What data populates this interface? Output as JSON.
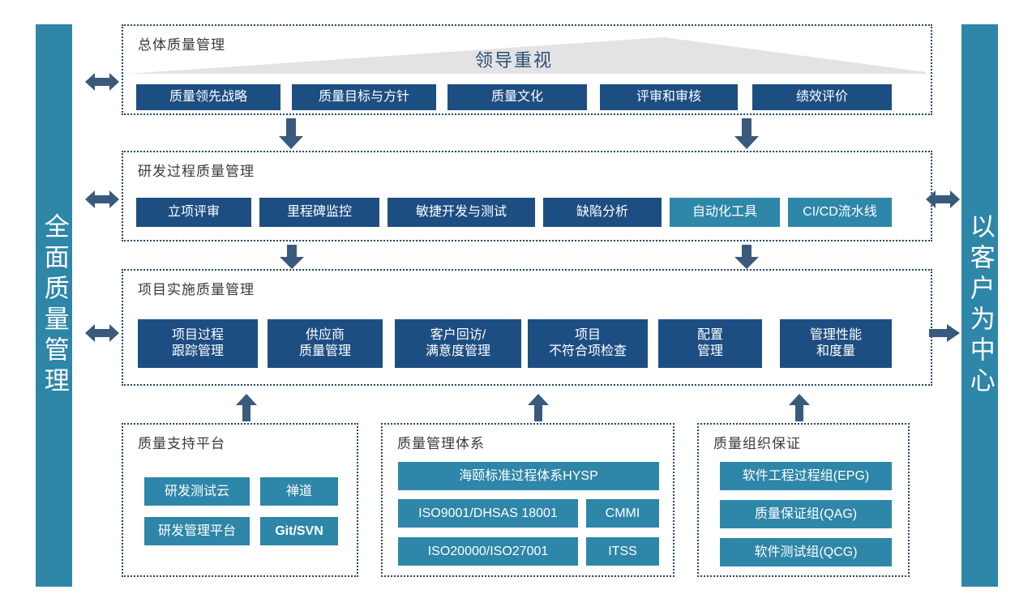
{
  "colors": {
    "navy": "#1d4e82",
    "teal": "#2e86a8",
    "arrow": "#3a5a7d",
    "dotted_border": "#23466e",
    "banner_gray": "#e3e3e3",
    "banner_text": "#2b4f74",
    "panel_title": "#3a3a3a"
  },
  "pillars": {
    "left": {
      "label": "全面质量管理"
    },
    "right": {
      "label": "以客户为中心"
    }
  },
  "banner": {
    "label": "领导重视"
  },
  "panels": [
    {
      "id": "overall-quality-management",
      "title": "总体质量管理",
      "chips": [
        {
          "label": "质量领先战略",
          "style": "navy"
        },
        {
          "label": "质量目标与方针",
          "style": "navy"
        },
        {
          "label": "质量文化",
          "style": "navy"
        },
        {
          "label": "评审和审核",
          "style": "navy"
        },
        {
          "label": "绩效评价",
          "style": "navy"
        }
      ]
    },
    {
      "id": "rnd-process-quality-management",
      "title": "研发过程质量管理",
      "chips": [
        {
          "label": "立项评审",
          "style": "navy"
        },
        {
          "label": "里程碑监控",
          "style": "navy"
        },
        {
          "label": "敏捷开发与测试",
          "style": "navy"
        },
        {
          "label": "缺陷分析",
          "style": "navy"
        },
        {
          "label": "自动化工具",
          "style": "teal"
        },
        {
          "label": "CI/CD流水线",
          "style": "teal"
        }
      ]
    },
    {
      "id": "project-delivery-quality-management",
      "title": "项目实施质量管理",
      "chips": [
        {
          "label": "项目过程\n跟踪管理",
          "style": "navy"
        },
        {
          "label": "供应商\n质量管理",
          "style": "navy"
        },
        {
          "label": "客户回访/\n满意度管理",
          "style": "navy"
        },
        {
          "label": "项目\n不符合项检查",
          "style": "navy"
        },
        {
          "label": "配置\n管理",
          "style": "navy"
        },
        {
          "label": "管理性能\n和度量",
          "style": "navy"
        }
      ]
    },
    {
      "id": "quality-support-platform",
      "title": "质量支持平台",
      "chips": [
        {
          "label": "研发测试云",
          "style": "teal"
        },
        {
          "label": "禅道",
          "style": "teal"
        },
        {
          "label": "研发管理平台",
          "style": "teal"
        },
        {
          "label": "Git/SVN",
          "style": "teal",
          "bold": true
        }
      ]
    },
    {
      "id": "quality-management-system",
      "title": "质量管理体系",
      "chips": [
        {
          "label": "海颐标准过程体系HYSP",
          "style": "teal"
        },
        {
          "label": "ISO9001/DHSAS 18001",
          "style": "teal"
        },
        {
          "label": "CMMI",
          "style": "teal"
        },
        {
          "label": "ISO20000/ISO27001",
          "style": "teal"
        },
        {
          "label": "ITSS",
          "style": "teal"
        }
      ]
    },
    {
      "id": "quality-organization-assurance",
      "title": "质量组织保证",
      "chips": [
        {
          "label": "软件工程过程组(EPG)",
          "style": "teal"
        },
        {
          "label": "质量保证组(QAG)",
          "style": "teal"
        },
        {
          "label": "软件测试组(QCG)",
          "style": "teal"
        }
      ]
    }
  ],
  "arrows": [
    {
      "name": "arrow-left-to-overall",
      "direction": "double-horizontal"
    },
    {
      "name": "arrow-left-to-rnd",
      "direction": "double-horizontal"
    },
    {
      "name": "arrow-left-to-project",
      "direction": "double-horizontal"
    },
    {
      "name": "arrow-rnd-to-right",
      "direction": "double-horizontal"
    },
    {
      "name": "arrow-project-to-right",
      "direction": "right"
    },
    {
      "name": "arrow-overall-to-rnd-left",
      "direction": "down"
    },
    {
      "name": "arrow-overall-to-rnd-right",
      "direction": "down"
    },
    {
      "name": "arrow-rnd-to-project-left",
      "direction": "down"
    },
    {
      "name": "arrow-rnd-to-project-right",
      "direction": "down"
    },
    {
      "name": "arrow-support-to-project",
      "direction": "up"
    },
    {
      "name": "arrow-system-to-project",
      "direction": "up"
    },
    {
      "name": "arrow-org-to-project",
      "direction": "up"
    }
  ]
}
